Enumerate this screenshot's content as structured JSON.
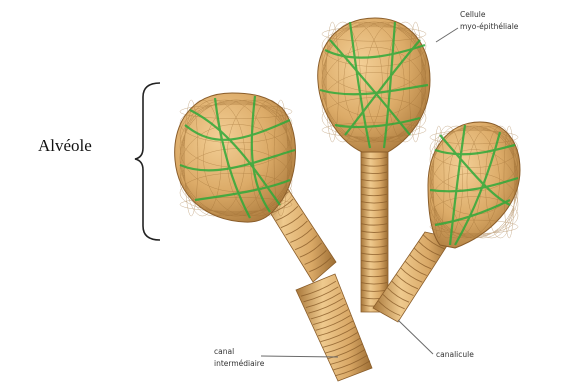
{
  "labels": {
    "alveole": "Alvéole",
    "myo_line1": "Cellule",
    "myo_line2": "myo-épithéliale",
    "canal_line1": "canal",
    "canal_line2": "intermédiaire",
    "canalicule": "canalicule"
  },
  "colors": {
    "tissue": "#d9a866",
    "tissue_light": "#f0c98e",
    "tissue_dark": "#9c6d33",
    "ring_line": "#8a5d2a",
    "myoepithelial": "#2faa3a",
    "leader": "#6a6a6a"
  }
}
